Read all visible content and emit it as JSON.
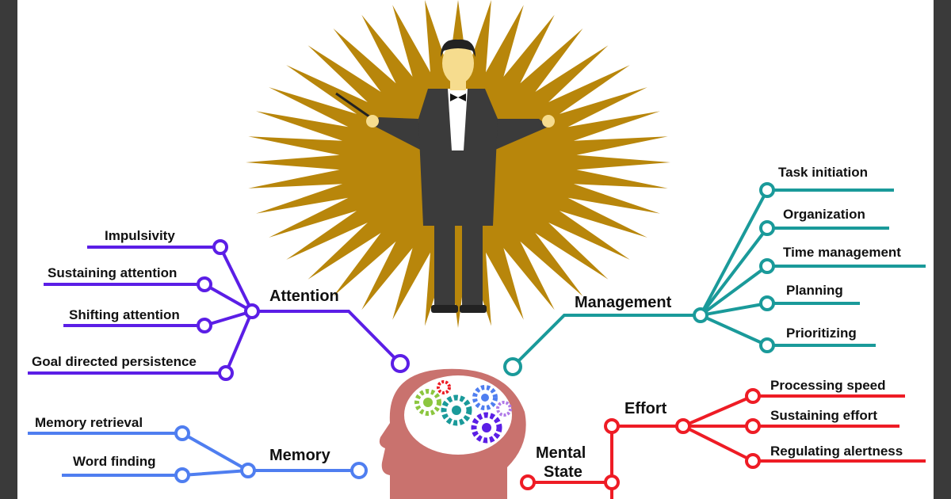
{
  "colors": {
    "attention": "#5b1ee6",
    "management": "#1a9a9a",
    "memory": "#4f7ef0",
    "effort": "#ee1c25",
    "sunburst": "#b8860b",
    "head": "#c9726e",
    "suit": "#3b3b3b",
    "skin": "#f6dc8e"
  },
  "attention": {
    "hub": "Attention",
    "items": [
      "Impulsivity",
      "Sustaining attention",
      "Shifting attention",
      "Goal directed persistence"
    ]
  },
  "management": {
    "hub": "Management",
    "items": [
      "Task initiation",
      "Organization",
      "Time management",
      "Planning",
      "Prioritizing"
    ]
  },
  "memory": {
    "hub": "Memory",
    "items": [
      "Memory retrieval",
      "Word finding"
    ]
  },
  "effort": {
    "hub": "Effort",
    "items": [
      "Processing speed",
      "Sustaining effort",
      "Regulating alertness"
    ]
  },
  "mental_state": {
    "line1": "Mental",
    "line2": "State"
  },
  "icons": [
    "conductor-figure",
    "sunburst",
    "head-silhouette",
    "brain-gears"
  ]
}
